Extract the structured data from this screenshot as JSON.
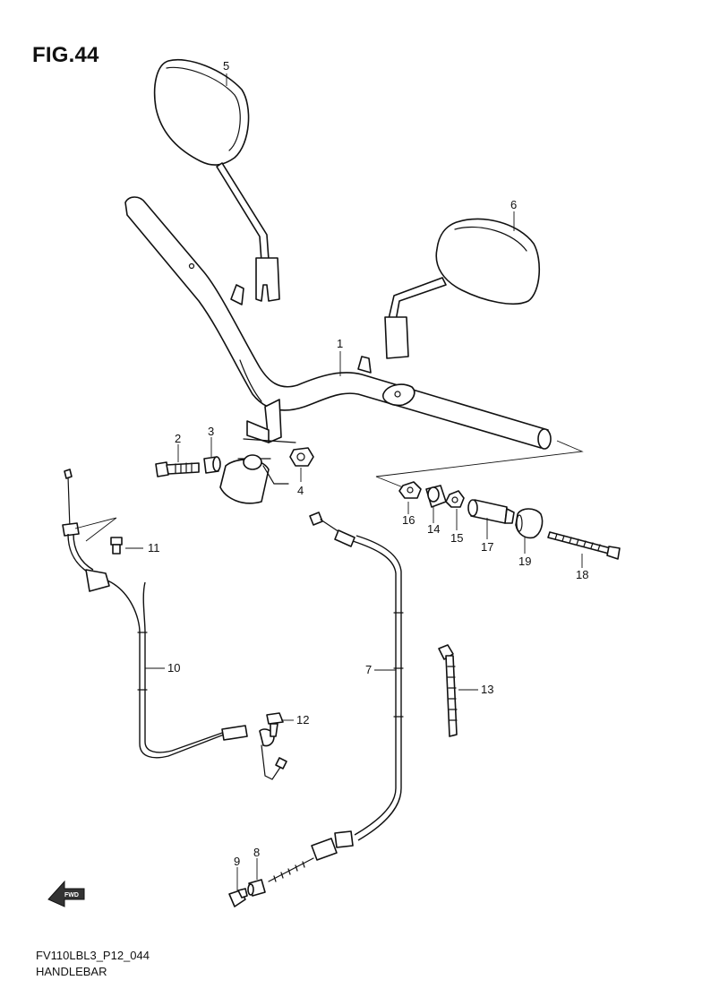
{
  "figure": {
    "title": "FIG.44",
    "code": "FV110LBL3_P12_044",
    "name": "HANDLEBAR"
  },
  "callouts": {
    "c1": "1",
    "c2": "2",
    "c3": "3",
    "c4": "4",
    "c5": "5",
    "c6": "6",
    "c7": "7",
    "c8": "8",
    "c9": "9",
    "c10": "10",
    "c11": "11",
    "c12": "12",
    "c13": "13",
    "c14": "14",
    "c15": "15",
    "c16": "16",
    "c17": "17",
    "c18": "18",
    "c19": "19"
  },
  "direction_badge": "FWD",
  "colors": {
    "ink": "#111111",
    "paper": "#ffffff",
    "fwd_arrow_fill": "#333333"
  }
}
